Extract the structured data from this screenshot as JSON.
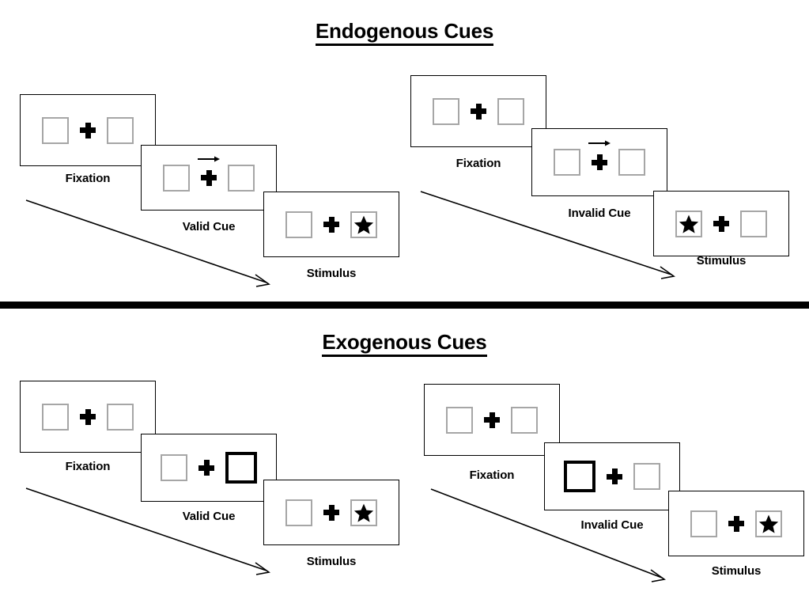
{
  "figure": {
    "title_endogenous": "Endogenous Cues",
    "title_exogenous": "Exogenous Cues",
    "accent_color": "#000000",
    "box_border_color": "#a6a6a6",
    "bold_box_border_color": "#000000",
    "panel_border_color": "#000000",
    "background_color": "#ffffff"
  },
  "sections": [
    {
      "id": "endogenous",
      "title": "Endogenous Cues",
      "cue_type": "arrow",
      "sequences": [
        {
          "id": "endogenous-valid",
          "validity": "valid",
          "steps": [
            {
              "label": "Fixation",
              "cue": "none",
              "cue_side": "none",
              "stimulus_side": "none"
            },
            {
              "label": "Valid Cue",
              "cue": "arrow-right",
              "cue_side": "right",
              "stimulus_side": "none"
            },
            {
              "label": "Stimulus",
              "cue": "none",
              "cue_side": "none",
              "stimulus_side": "right"
            }
          ]
        },
        {
          "id": "endogenous-invalid",
          "validity": "invalid",
          "steps": [
            {
              "label": "Fixation",
              "cue": "none",
              "cue_side": "none",
              "stimulus_side": "none"
            },
            {
              "label": "Invalid Cue",
              "cue": "arrow-right",
              "cue_side": "right",
              "stimulus_side": "none"
            },
            {
              "label": "Stimulus",
              "cue": "none",
              "cue_side": "none",
              "stimulus_side": "left"
            }
          ]
        }
      ]
    },
    {
      "id": "exogenous",
      "title": "Exogenous Cues",
      "cue_type": "box-flash",
      "sequences": [
        {
          "id": "exogenous-valid",
          "validity": "valid",
          "steps": [
            {
              "label": "Fixation",
              "cue": "none",
              "cue_side": "none",
              "stimulus_side": "none"
            },
            {
              "label": "Valid Cue",
              "cue": "bold-box",
              "cue_side": "right",
              "stimulus_side": "none"
            },
            {
              "label": "Stimulus",
              "cue": "none",
              "cue_side": "none",
              "stimulus_side": "right"
            }
          ]
        },
        {
          "id": "exogenous-invalid",
          "validity": "invalid",
          "steps": [
            {
              "label": "Fixation",
              "cue": "none",
              "cue_side": "none",
              "stimulus_side": "none"
            },
            {
              "label": "Invalid Cue",
              "cue": "bold-box",
              "cue_side": "left",
              "stimulus_side": "none"
            },
            {
              "label": "Stimulus",
              "cue": "none",
              "cue_side": "none",
              "stimulus_side": "right"
            }
          ]
        }
      ]
    }
  ],
  "icons": {
    "fixation_cross": "plus-cross-icon",
    "cue_arrow": "arrow-right-icon",
    "target": "star-icon",
    "flow": "time-flow-arrow-icon"
  },
  "flow_arrows": [
    {
      "name": "endogenous-valid-flow-arrow"
    },
    {
      "name": "endogenous-invalid-flow-arrow"
    },
    {
      "name": "exogenous-valid-flow-arrow"
    },
    {
      "name": "exogenous-invalid-flow-arrow"
    }
  ]
}
